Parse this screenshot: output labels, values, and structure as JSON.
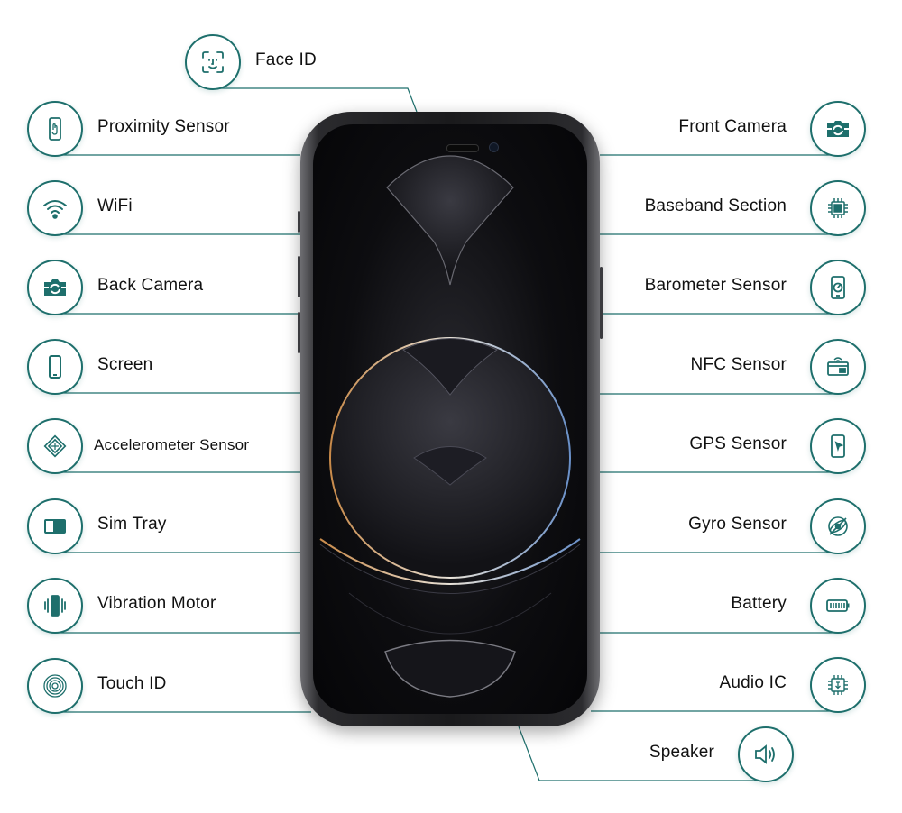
{
  "features": {
    "face_id": {
      "label": "Face ID",
      "icon": "face-id-icon"
    },
    "proximity": {
      "label": "Proximity Sensor",
      "icon": "proximity-sensor-icon"
    },
    "wifi": {
      "label": "WiFi",
      "icon": "wifi-icon"
    },
    "back_camera": {
      "label": "Back Camera",
      "icon": "back-camera-icon"
    },
    "screen": {
      "label": "Screen",
      "icon": "screen-icon"
    },
    "accelerometer": {
      "label": "Accelerometer Sensor",
      "icon": "accelerometer-icon"
    },
    "sim_tray": {
      "label": "Sim Tray",
      "icon": "sim-tray-icon"
    },
    "vibration": {
      "label": "Vibration Motor",
      "icon": "vibration-motor-icon"
    },
    "touch_id": {
      "label": "Touch ID",
      "icon": "fingerprint-icon"
    },
    "front_camera": {
      "label": "Front Camera",
      "icon": "front-camera-icon"
    },
    "baseband": {
      "label": "Baseband Section",
      "icon": "chip-icon"
    },
    "barometer": {
      "label": "Barometer Sensor",
      "icon": "barometer-icon"
    },
    "nfc": {
      "label": "NFC Sensor",
      "icon": "nfc-icon"
    },
    "gps": {
      "label": "GPS Sensor",
      "icon": "gps-icon"
    },
    "gyro": {
      "label": "Gyro Sensor",
      "icon": "gyro-icon"
    },
    "battery": {
      "label": "Battery",
      "icon": "battery-icon"
    },
    "audio_ic": {
      "label": "Audio IC",
      "icon": "audio-chip-icon"
    },
    "speaker": {
      "label": "Speaker",
      "icon": "speaker-icon"
    }
  },
  "colors": {
    "accent": "#1e6f6c",
    "text": "#111111",
    "phone": "#1a1a1c"
  }
}
